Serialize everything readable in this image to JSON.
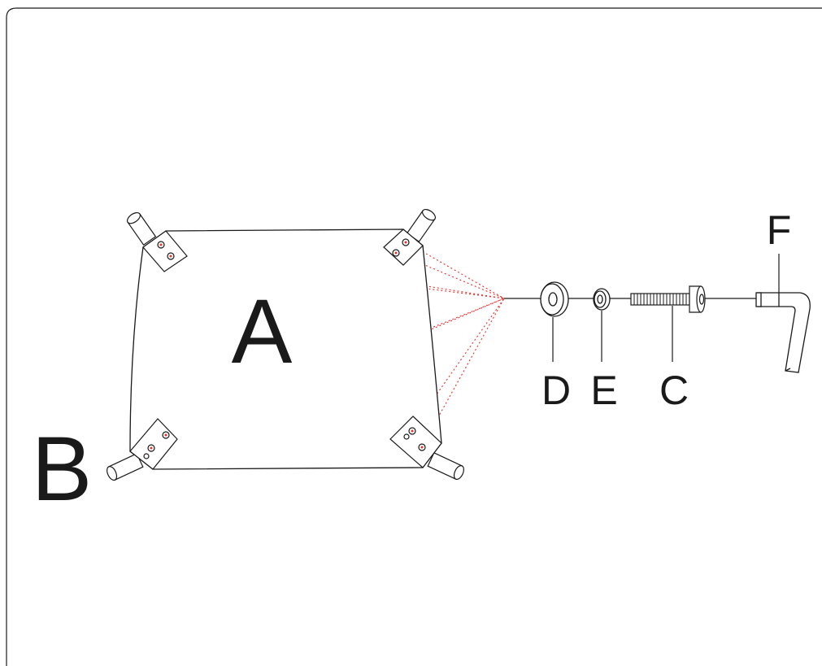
{
  "labels": {
    "seat": "A",
    "leg": "B",
    "bolt": "C",
    "washer_large": "D",
    "washer_small": "E",
    "allen_key": "F"
  },
  "colors": {
    "line": "#1a1a1a",
    "guide": "#e8312b",
    "background": "#ffffff"
  }
}
